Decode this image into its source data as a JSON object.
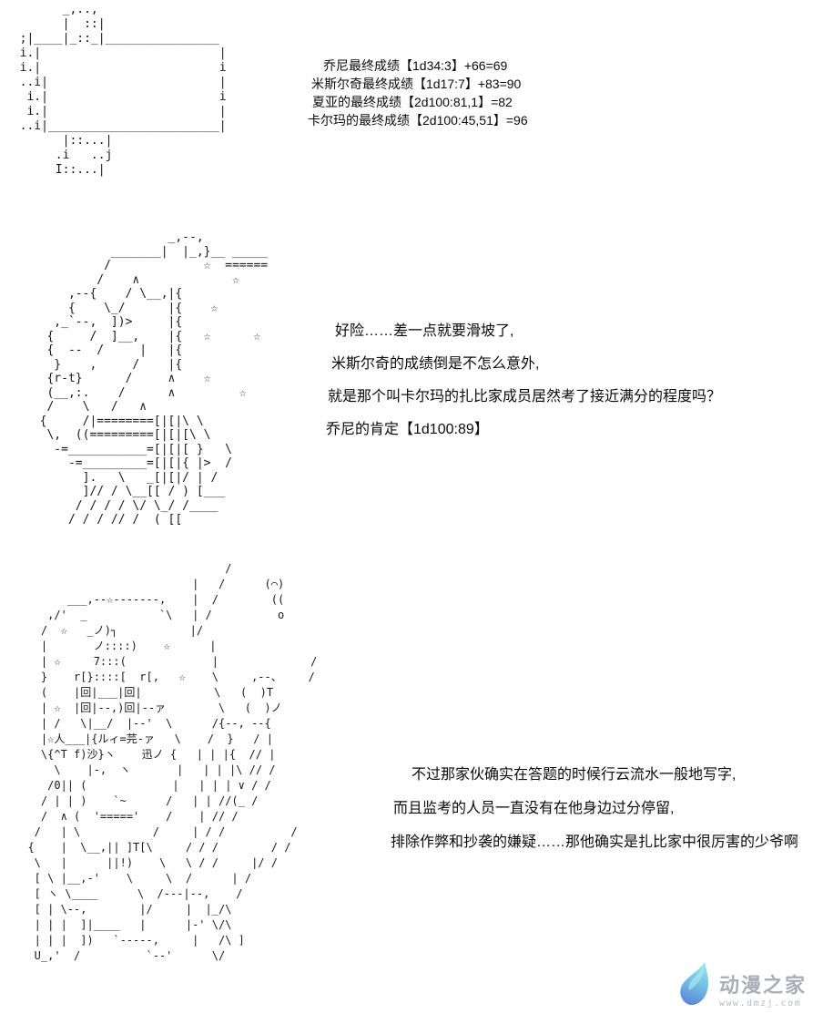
{
  "page": {
    "background": "#ffffff",
    "text_color": "#0b0b0b"
  },
  "score_results": {
    "lines": [
      "乔尼最终成绩【1d34:3】+66=69",
      "米斯尔奇最终成绩【1d17:7】+83=90",
      "夏亚的最终成绩【2d100:81,1】=82",
      "卡尔玛的最终成绩【2d100:45,51】=96"
    ]
  },
  "dialogue_block_1": {
    "lines": [
      "好险……差一点就要滑坡了,",
      "米斯尔奇的成绩倒是不怎么意外,",
      "就是那个叫卡尔玛的扎比家成员居然考了接近满分的程度吗？",
      "乔尼的肯定【1d100:89】"
    ]
  },
  "dialogue_block_2": {
    "lines": [
      "不过那家伙确实在答题的时候行云流水一般地写字,",
      "而且监考的人员一直没有在他身边过分停留,",
      "排除作弊和抄袭的嫌疑……那他确实是扎比家中很厉害的少爷啊"
    ]
  },
  "ascii_art": {
    "placard": [
      "        _,..,",
      "        |  ::|",
      "  ;|____|_::_|________________",
      "  i.|                         |",
      "  i.|                         i",
      "  ..i|                        |",
      "   i.|                        i",
      "   i.|                        |",
      "  ..i|________________________|",
      "        |::...|",
      "       .i   ..j",
      "       I::...|"
    ],
    "portrait": [
      "                    _,--,",
      "            _______|  |_,}__ _____",
      "           /             ☆  ======",
      "          /    ∧             ☆",
      "      ,--{    / \\__,|{",
      "      {    \\_/      |{    ☆",
      "    ,_`--,  ])>     |{",
      "   {     /  ]__,    |{   ☆      ☆",
      "   {  --  /     |   |{",
      "    }    ,     /    |{",
      "   {r-t}      /     ∧    ☆",
      "   (__,:.    /      ∧         ☆",
      "   /    \\   /   ∧",
      "  {     /|========[|[|\\ \\",
      "   \\,  ((=========[|[|[\\ \\",
      "    -=___________=[|[|[ }   \\",
      "      -=_________=[|[|{ |>  /",
      "        ].   \\   _[|[|/ | /",
      "        ]// / \\__[[ / ) [___",
      "       / / / / \\/ \\_/ /____",
      "      / / / // /  ( [["
    ],
    "character": [
      "                                /",
      "                           |   /      (⌒)",
      "        ___,--☆-------,    |  /        ((",
      "     ,/'  _           `\\   | /          o",
      "    /  ☆   _ノ)┐           |/",
      "    |       ノ::::)    ☆      |",
      "    | ☆     7:::(             |              /",
      "    }    r[}::::[  r[,   ☆    \\     ,--、    /",
      "    (    |回|___|回|           \\   (  )T",
      "    | ☆  |回|--,)回|--ァ        \\   (  )ノ",
      "    | /   \\|__/  |--'  \\      /{--, --{",
      "    |☆人___|{ルィ=芫-ァ   \\    /  }   / |",
      "    \\{^T f)沙}ヽ    迅ノ {   | | |{  // |",
      "      \\    |-,  ヽ       |   | | |\\ // /",
      "     /0|| (             |   | | | ∨ / /",
      "    / | | )    `~      /   | | //(_ /",
      "    /  ∧ (  '====='    /    | // /",
      "   /   | \\           /     | / /          /",
      "  {    |  \\__,|| ]T[\\     / / /        / /",
      "   \\   |      ||!)    \\   \\ / /     |/ /",
      "   [ \\ |__,-'    \\     \\  /      | /",
      "   [ ヽ \\____      \\  /---|--,    /",
      "   [ | \\--,        |/     |  |_/\\",
      "   | | |  ]|____   |      |-' \\/\\",
      "   | | |  ])   `-----,     |   /\\ ]",
      "   U_,'  /          `--'      \\/"
    ]
  },
  "watermark": {
    "site_name": "动漫之家",
    "site_url": "www.dmzj.com",
    "name_color": "#a9aeb6",
    "url_color": "#b6bcc2",
    "droplet_color_top": "#8fe3ee",
    "droplet_color_bottom": "#5f86d8"
  }
}
